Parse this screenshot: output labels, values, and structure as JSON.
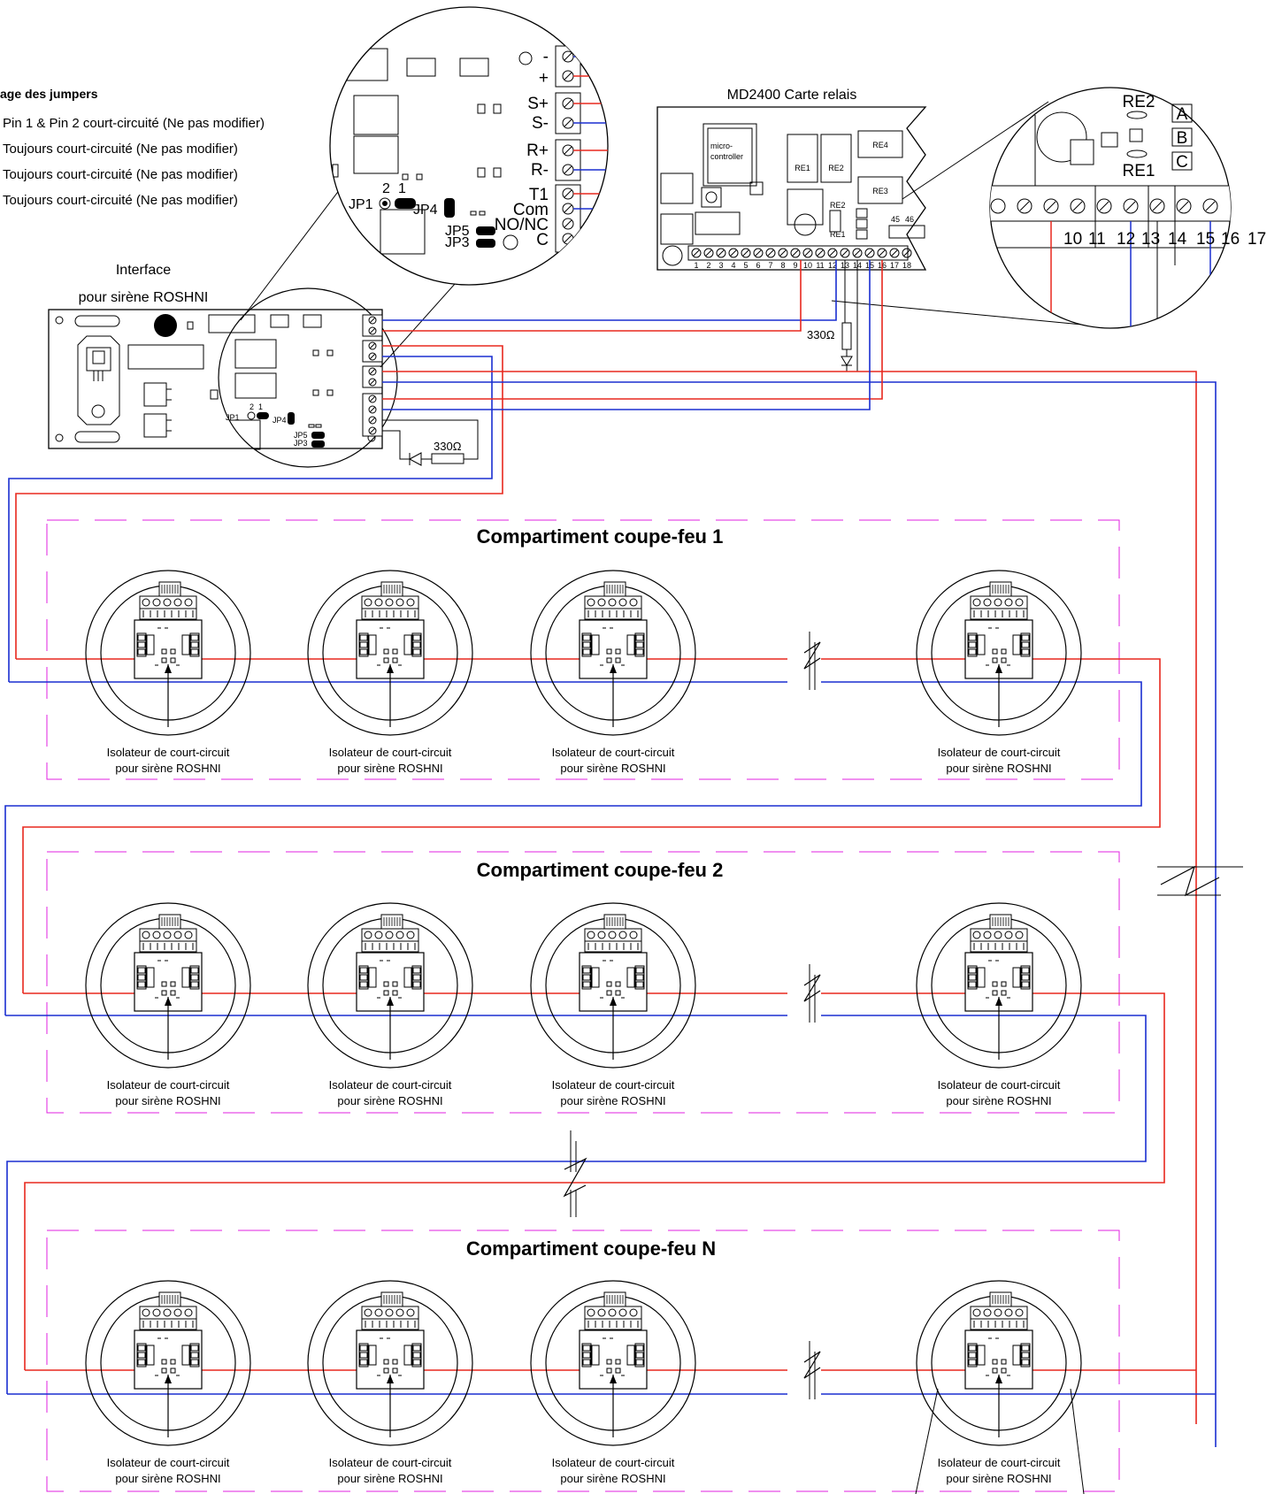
{
  "jumpers": {
    "title": "age des jumpers",
    "lines": [
      "Pin 1 & Pin 2 court-circuité (Ne pas modifier)",
      "Toujours court-circuité (Ne pas modifier)",
      "Toujours court-circuité (Ne pas modifier)",
      "Toujours court-circuité (Ne pas modifier)"
    ]
  },
  "zoom_interface": {
    "terminals": [
      "-",
      "+",
      "S+",
      "S-",
      "R+",
      "R-",
      "T1",
      "Com",
      "NO/NC",
      "C"
    ],
    "jp1": "JP1",
    "jp4": "JP4",
    "jp5": "JP5",
    "jp3": "JP3",
    "pin2": "2",
    "pin1": "1"
  },
  "interface_board": {
    "title_line1": "Interface",
    "title_line2": "pour sirène ROSHNI",
    "jp1": "JP1",
    "jp4": "JP4",
    "jp5": "JP5",
    "jp3": "JP3",
    "pin2": "2",
    "pin1": "1",
    "resistor": "330Ω"
  },
  "relay_board": {
    "title": "MD2400 Carte relais",
    "micro_line1": "micro-",
    "micro_line2": "controller",
    "re1": "RE1",
    "re2": "RE2",
    "re3": "RE3",
    "re4": "RE4",
    "mini_re2": "RE2",
    "mini_re1": "RE1",
    "terminal_numbers": [
      "1",
      "2",
      "3",
      "4",
      "5",
      "6",
      "7",
      "8",
      "9",
      "10",
      "11",
      "12",
      "13",
      "14",
      "15",
      "16",
      "17",
      "18"
    ],
    "t45": "45",
    "t46": "46",
    "resistor": "330Ω"
  },
  "zoom_relay": {
    "re2": "RE2",
    "re1": "RE1",
    "a": "A",
    "b": "B",
    "c": "C",
    "terminals": [
      "10",
      "11",
      "12",
      "13",
      "14",
      "15",
      "16",
      "17"
    ]
  },
  "compartments": [
    {
      "title": "Compartiment coupe-feu 1"
    },
    {
      "title": "Compartiment coupe-feu 2"
    },
    {
      "title": "Compartiment coupe-feu N"
    }
  ],
  "isolator": {
    "line1": "Isolateur de court-circuit",
    "line2": "pour sirène ROSHNI"
  },
  "colors": {
    "wire_positive": "#e8281e",
    "wire_negative": "#1a2fd1",
    "compartment_border": "#e020e0",
    "line": "#000000"
  }
}
